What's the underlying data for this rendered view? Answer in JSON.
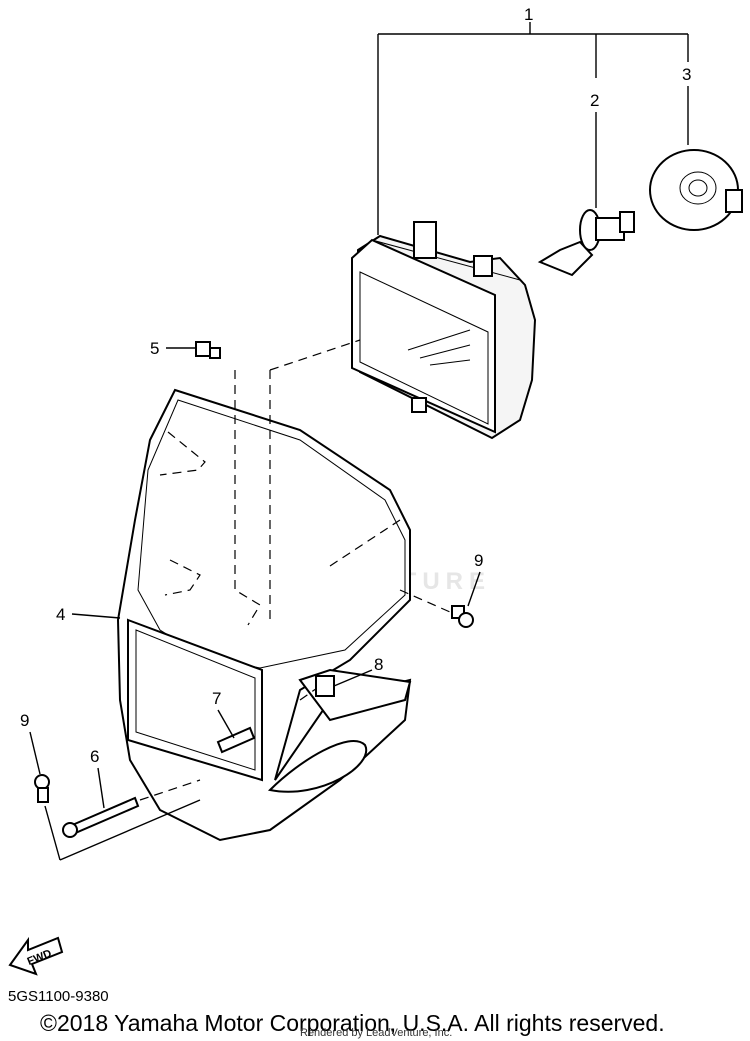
{
  "diagram": {
    "callouts": [
      "1",
      "2",
      "3",
      "4",
      "5",
      "6",
      "7",
      "8",
      "9",
      "9"
    ],
    "fwd_label": "FWD",
    "watermark": "LEADVENTURE",
    "part_code": "5GS1100-9380",
    "copyright": "©2018 Yamaha Motor Corporation, U.S.A. All rights reserved.",
    "rendered_by": "Rendered by LeadVenture, Inc."
  }
}
